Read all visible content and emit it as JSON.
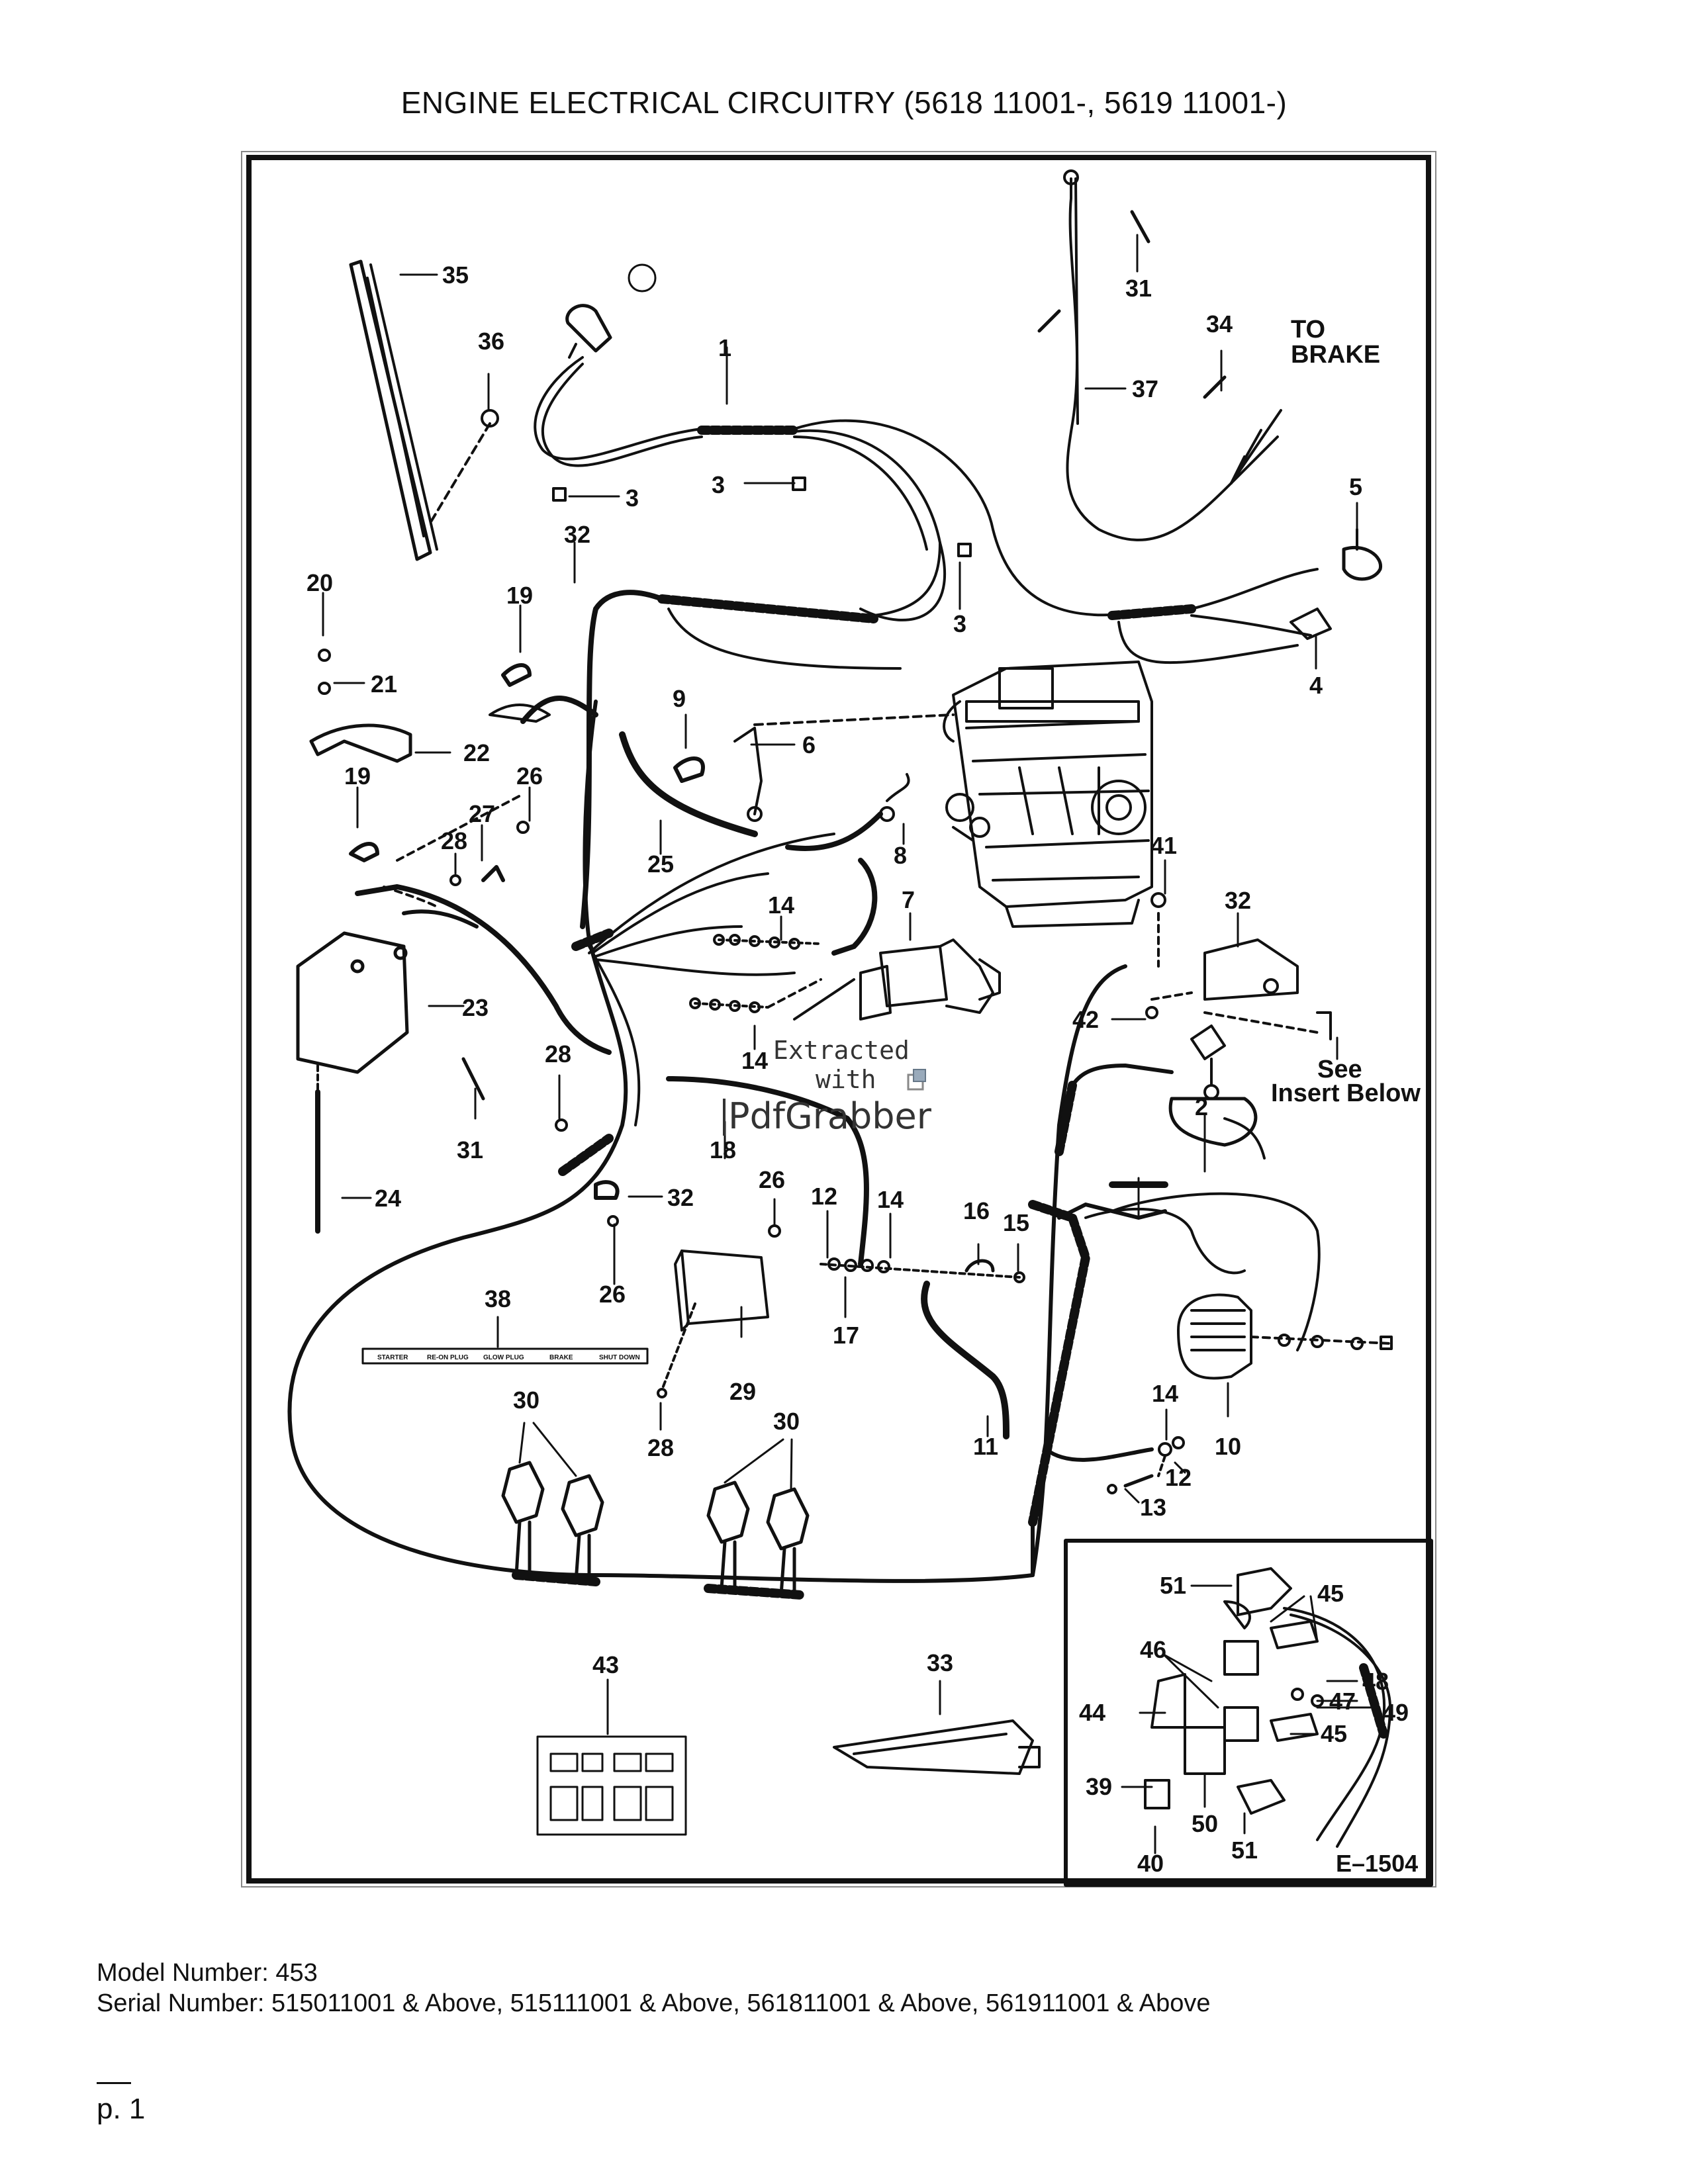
{
  "title": "ENGINE ELECTRICAL CIRCUITRY (5618 11001-, 5619 11001-)",
  "diagram": {
    "figure_code": "E–1504",
    "to_brake_line1": "TO",
    "to_brake_line2": "BRAKE",
    "see_insert_line1": "See",
    "see_insert_line2": "Insert Below",
    "watermark_line1": "Extracted",
    "watermark_line2": "with",
    "watermark_line3": "PdfGrabber",
    "decal_38_labels": [
      "STARTER",
      "RE-ON PLUG",
      "GLOW PLUG",
      "BRAKE",
      "SHUT DOWN"
    ],
    "callouts": {
      "c1": "1",
      "c2": "2",
      "c3a": "3",
      "c3b": "3",
      "c3c": "3",
      "c4": "4",
      "c5": "5",
      "c6": "6",
      "c7": "7",
      "c8": "8",
      "c9": "9",
      "c10": "10",
      "c11": "11",
      "c12a": "12",
      "c12b": "12",
      "c13": "13",
      "c14a": "14",
      "c14b": "14",
      "c14c": "14",
      "c14d": "14",
      "c15": "15",
      "c16": "16",
      "c17": "17",
      "c18": "18",
      "c19a": "19",
      "c19b": "19",
      "c20": "20",
      "c21": "21",
      "c22": "22",
      "c23": "23",
      "c24": "24",
      "c25": "25",
      "c26a": "26",
      "c26b": "26",
      "c26c": "26",
      "c27": "27",
      "c28a": "28",
      "c28b": "28",
      "c28c": "28",
      "c29": "29",
      "c30a": "30",
      "c30b": "30",
      "c31a": "31",
      "c31b": "31",
      "c32a": "32",
      "c32b": "32",
      "c32c": "32",
      "c33": "33",
      "c34": "34",
      "c35": "35",
      "c36": "36",
      "c37": "37",
      "c38": "38",
      "c39": "39",
      "c40": "40",
      "c41": "41",
      "c42": "42",
      "c43": "43",
      "c44": "44",
      "c45a": "45",
      "c45b": "45",
      "c46": "46",
      "c47": "47",
      "c48": "48",
      "c49": "49",
      "c50": "50",
      "c51a": "51",
      "c51b": "51"
    }
  },
  "footer": {
    "model": "Model Number: 453",
    "serial": "Serial Number: 515011001 & Above, 515111001 & Above, 561811001 & Above, 561911001 & Above",
    "page": "p. 1"
  }
}
